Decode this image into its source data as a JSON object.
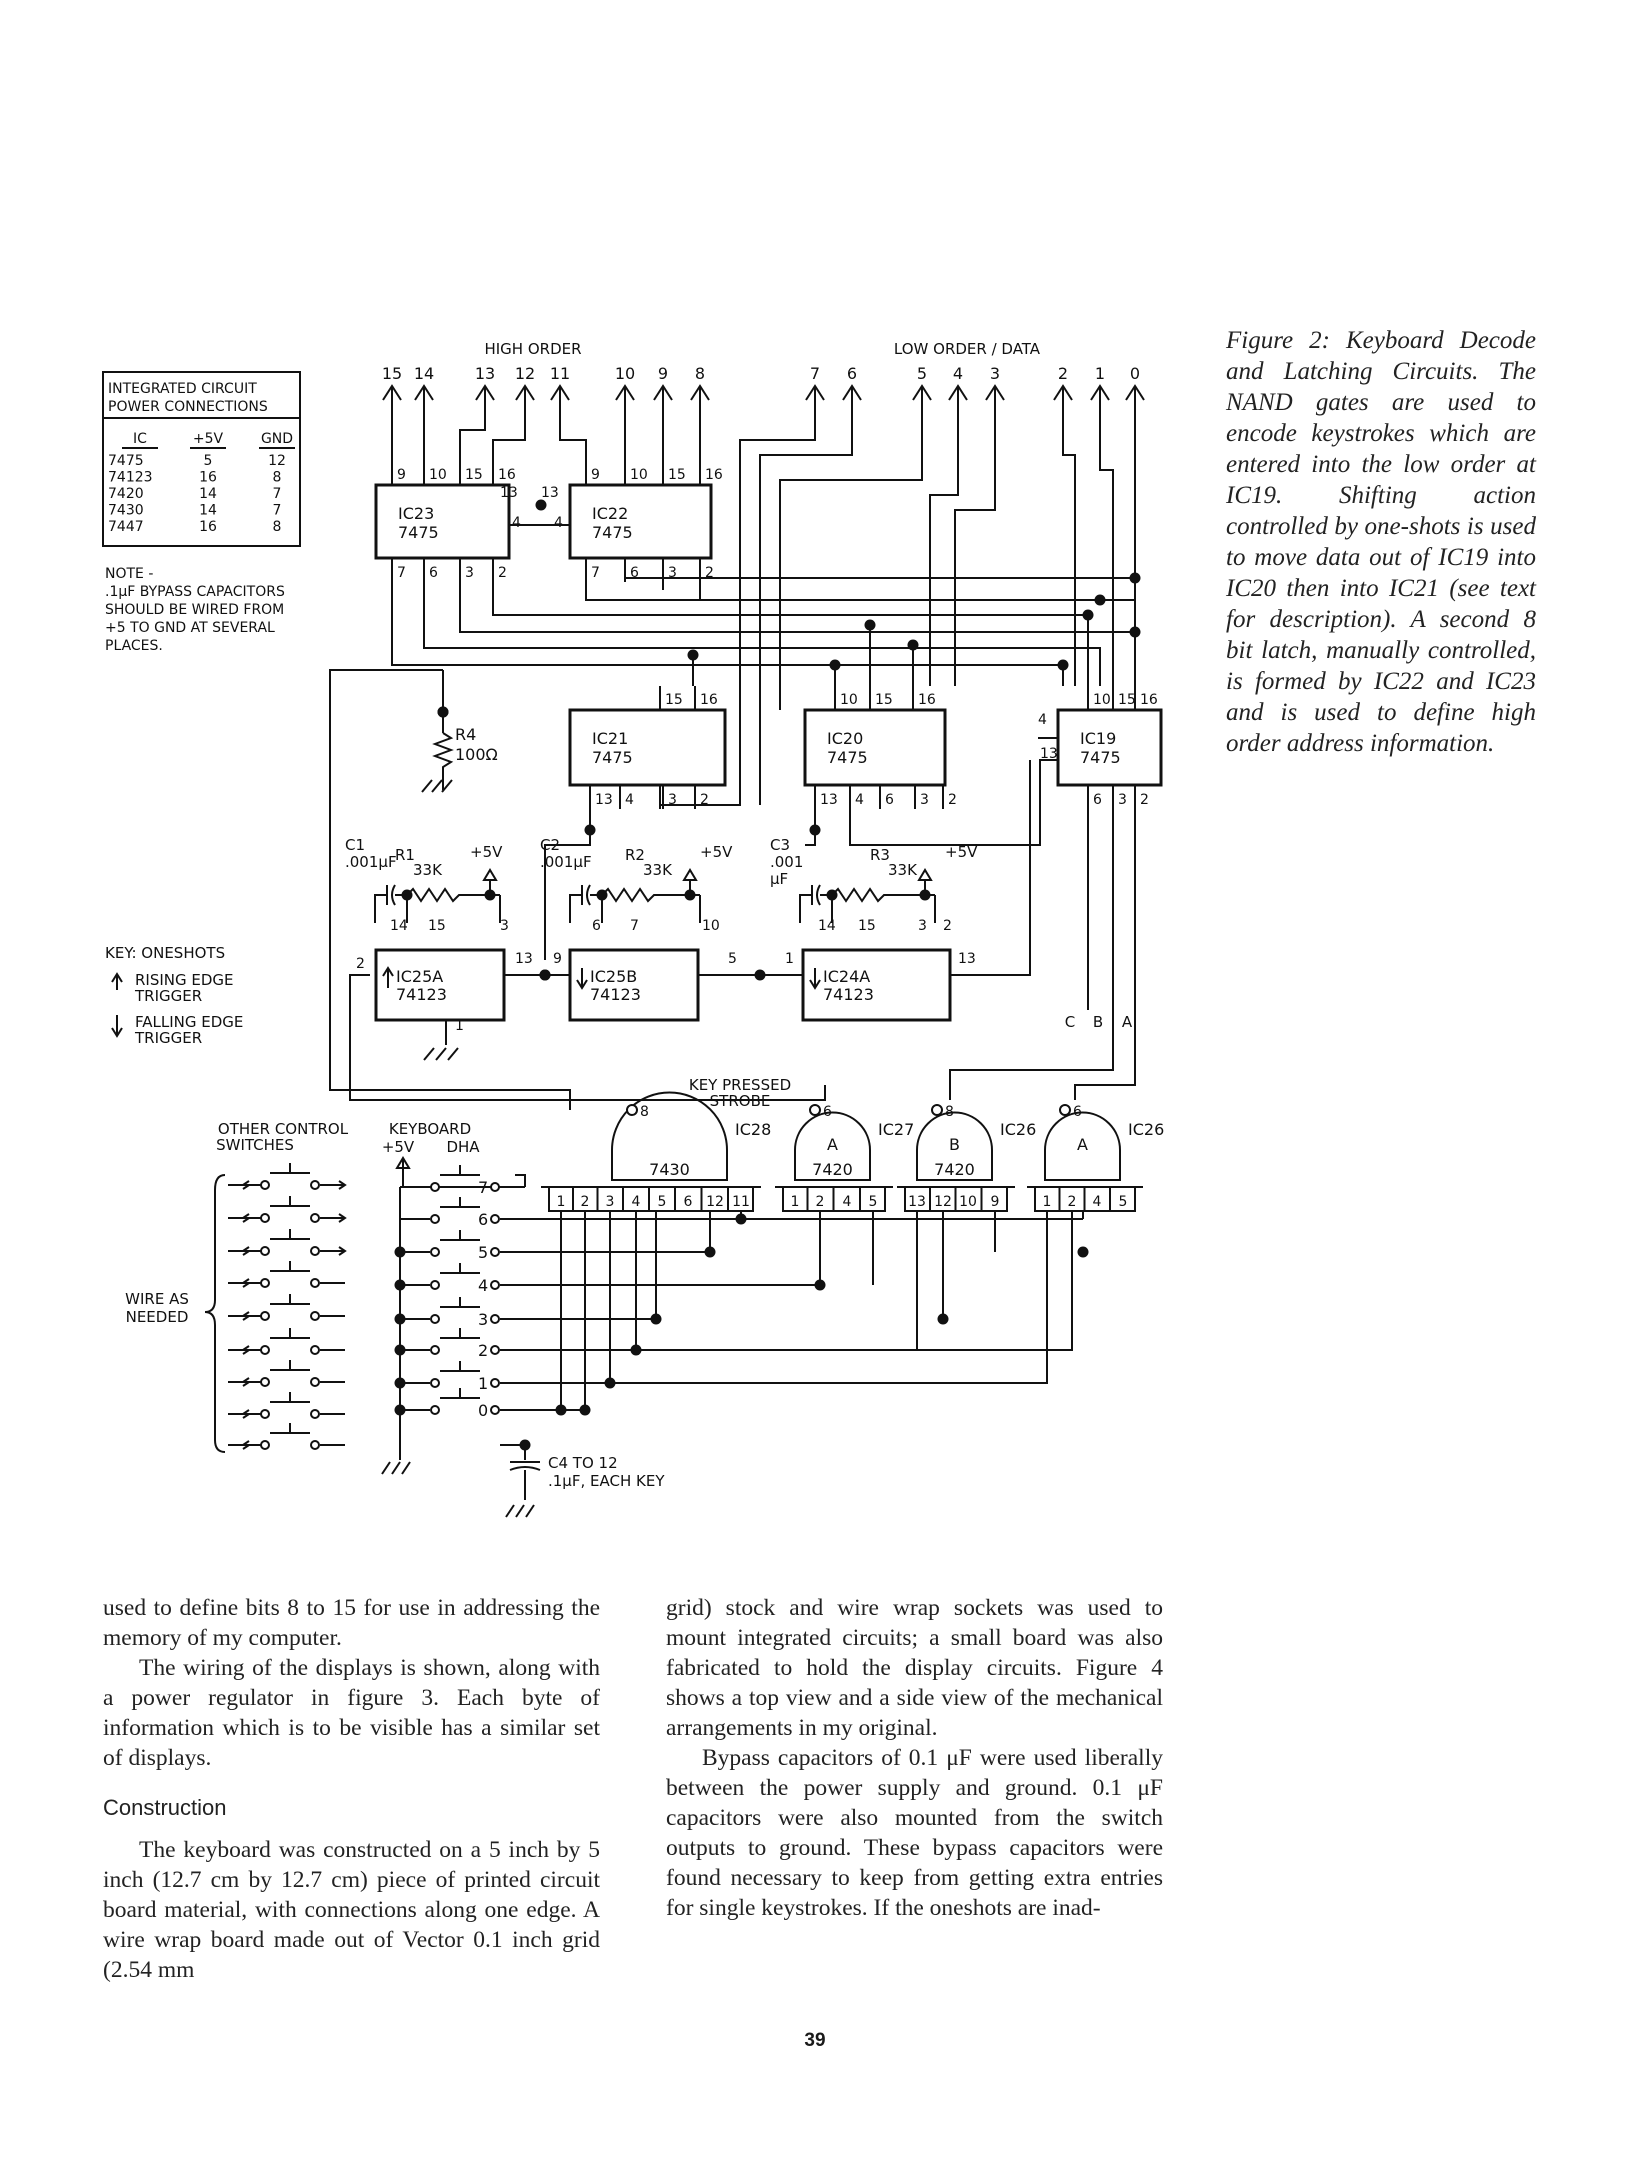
{
  "figure": {
    "caption_label": "Figure 2:",
    "caption_body": "Keyboard Decode and Latching Circuits. The NAND gates are used to encode keystrokes which are entered into the low order at IC19. Shifting action controlled by one-shots is used to move data out of IC19 into IC20 then into IC21 (see text for description). A second 8 bit latch, manually controlled, is formed by IC22 and IC23 and is used to define high order address information.",
    "labels": {
      "high_order": "HIGH ORDER",
      "low_order": "LOW ORDER / DATA",
      "power_table_title_1": "INTEGRATED CIRCUIT",
      "power_table_title_2": "POWER CONNECTIONS",
      "power_table_head": [
        "IC",
        "+5V",
        "GND"
      ],
      "power_table_rows": [
        [
          "7475",
          "5",
          "12"
        ],
        [
          "74123",
          "16",
          "8"
        ],
        [
          "7420",
          "14",
          "7"
        ],
        [
          "7430",
          "14",
          "7"
        ],
        [
          "7447",
          "16",
          "8"
        ]
      ],
      "note_lines": [
        "NOTE -",
        ".1μF BYPASS CAPACITORS",
        "SHOULD BE WIRED FROM",
        "+5 TO GND AT SEVERAL",
        "PLACES."
      ],
      "bit_numbers": [
        "15",
        "14",
        "13",
        "12",
        "11",
        "10",
        "9",
        "8",
        "7",
        "6",
        "5",
        "4",
        "3",
        "2",
        "1",
        "0"
      ],
      "ic23": [
        "IC23",
        "7475"
      ],
      "ic22": [
        "IC22",
        "7475"
      ],
      "ic21": [
        "IC21",
        "7475"
      ],
      "ic20": [
        "IC20",
        "7475"
      ],
      "ic19": [
        "IC19",
        "7475"
      ],
      "r4": [
        "R4",
        "100Ω"
      ],
      "c1": [
        "C1",
        ".001μF"
      ],
      "r1": [
        "R1",
        "33K"
      ],
      "c2": [
        "C2",
        ".001μF"
      ],
      "r2": [
        "R2",
        "33K"
      ],
      "c3": [
        "C3",
        ".001",
        "μF"
      ],
      "r3": [
        "R3",
        "33K"
      ],
      "plus5": "+5V",
      "ic25a": [
        "IC25A",
        "74123"
      ],
      "ic25b": [
        "IC25B",
        "74123"
      ],
      "ic24a": [
        "IC24A",
        "74123"
      ],
      "key_lines": [
        "KEY: ONESHOTS",
        "RISING EDGE",
        "TRIGGER",
        "FALLING EDGE",
        "TRIGGER"
      ],
      "cba": [
        "C",
        "B",
        "A"
      ],
      "key_pressed": [
        "KEY PRESSED",
        "STROBE"
      ],
      "gates": [
        {
          "name": "IC28",
          "type": "7430",
          "letter": "",
          "out": "8",
          "pins": [
            "1",
            "2",
            "3",
            "4",
            "5",
            "6",
            "12",
            "11"
          ]
        },
        {
          "name": "IC27",
          "type": "7420",
          "letter": "A",
          "out": "6",
          "pins": [
            "1",
            "2",
            "4",
            "5"
          ]
        },
        {
          "name": "IC26",
          "type": "7420",
          "letter": "B",
          "out": "8",
          "pins": [
            "13",
            "12",
            "10",
            "9"
          ]
        },
        {
          "name": "IC26",
          "type": "",
          "letter": "A",
          "out": "6",
          "pins": [
            "1",
            "2",
            "4",
            "5"
          ]
        }
      ],
      "other_switches": [
        "OTHER CONTROL",
        "SWITCHES"
      ],
      "keyboard": [
        "KEYBOARD",
        "+5V",
        "DHA"
      ],
      "key_numbers": [
        "7",
        "6",
        "5",
        "4",
        "3",
        "2",
        "1",
        "0"
      ],
      "wire_as_needed": [
        "WIRE AS",
        "NEEDED"
      ],
      "c4": [
        "C4 TO 12",
        ".1μF, EACH KEY"
      ]
    }
  },
  "text": {
    "col1_p1": "used to define bits 8 to 15 for use in addressing the memory of my computer.",
    "col1_p2": "The wiring of the displays is shown, along with a power regulator in figure 3. Each byte of information which is to be visible has a similar set of displays.",
    "col1_heading": "Construction",
    "col1_p3": "The keyboard was constructed on a 5 inch by 5 inch (12.7 cm by 12.7 cm) piece of printed circuit board material, with connections along one edge. A wire wrap board made out of Vector 0.1 inch grid (2.54 mm",
    "col2_p1": "grid) stock and wire wrap sockets was used to mount integrated circuits; a small board was also fabricated to hold the display circuits. Figure 4 shows a top view and a side view of the mechanical arrangements in my original.",
    "col2_p2": "Bypass capacitors of 0.1 μF were used liberally between the power supply and ground. 0.1 μF capacitors were also mounted from the switch outputs to ground. These bypass capacitors were found necessary to keep from getting extra entries for single keystrokes. If the oneshots are inad-"
  },
  "page_number": "39"
}
